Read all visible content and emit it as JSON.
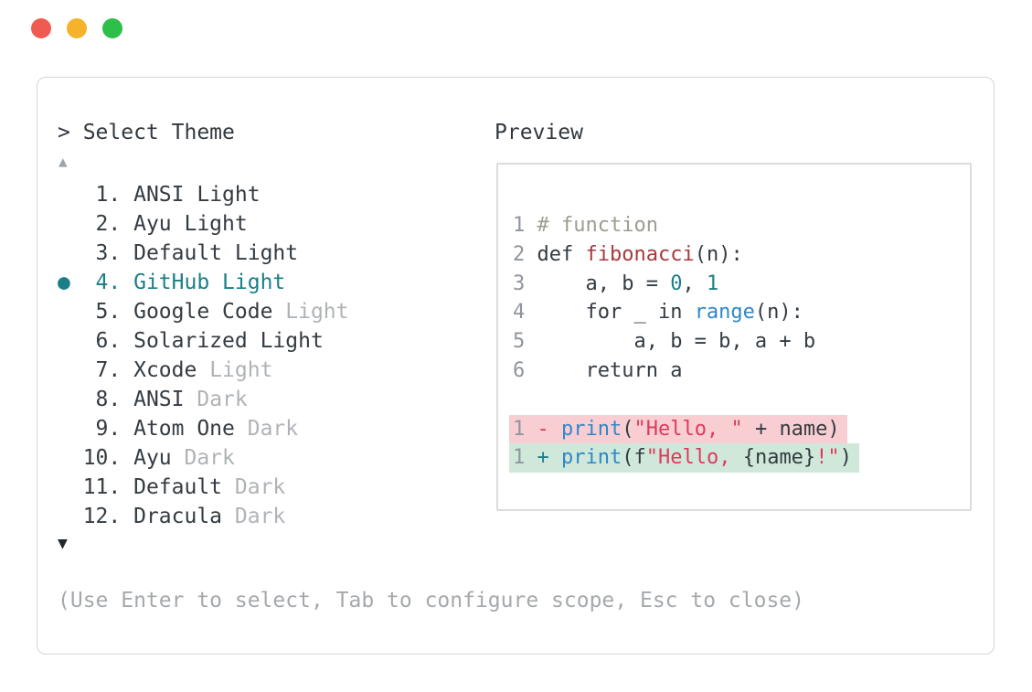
{
  "window": {
    "traffic_lights": [
      {
        "name": "close",
        "color": "#f05b51"
      },
      {
        "name": "minimize",
        "color": "#f4b32b"
      },
      {
        "name": "zoom",
        "color": "#2dbf49"
      }
    ]
  },
  "panel": {
    "prompt": "> Select Theme",
    "preview_label": "Preview",
    "scroll_up_icon": "▲",
    "scroll_down_icon": "▼",
    "footer_hint": "(Use Enter to select, Tab to configure scope, Esc to close)",
    "theme_list": {
      "selected_number": "4.",
      "selected_bullet": "●",
      "items": [
        {
          "number": "1.",
          "name": "ANSI",
          "variant": "Light",
          "variant_muted": false,
          "selected": false
        },
        {
          "number": "2.",
          "name": "Ayu",
          "variant": "Light",
          "variant_muted": false,
          "selected": false
        },
        {
          "number": "3.",
          "name": "Default",
          "variant": "Light",
          "variant_muted": false,
          "selected": false
        },
        {
          "number": "4.",
          "name": "GitHub",
          "variant": "Light",
          "variant_muted": false,
          "selected": true
        },
        {
          "number": "5.",
          "name": "Google Code",
          "variant": "Light",
          "variant_muted": true,
          "selected": false
        },
        {
          "number": "6.",
          "name": "Solarized",
          "variant": "Light",
          "variant_muted": false,
          "selected": false
        },
        {
          "number": "7.",
          "name": "Xcode",
          "variant": "Light",
          "variant_muted": true,
          "selected": false
        },
        {
          "number": "8.",
          "name": "ANSI",
          "variant": "Dark",
          "variant_muted": true,
          "selected": false
        },
        {
          "number": "9.",
          "name": "Atom One",
          "variant": "Dark",
          "variant_muted": true,
          "selected": false
        },
        {
          "number": "10.",
          "name": "Ayu",
          "variant": "Dark",
          "variant_muted": true,
          "selected": false
        },
        {
          "number": "11.",
          "name": "Default",
          "variant": "Dark",
          "variant_muted": true,
          "selected": false
        },
        {
          "number": "12.",
          "name": "Dracula",
          "variant": "Dark",
          "variant_muted": true,
          "selected": false
        }
      ]
    },
    "preview": {
      "code_lines": [
        {
          "num": "1",
          "segments": [
            {
              "text": "# function",
              "color": "comment"
            }
          ]
        },
        {
          "num": "2",
          "segments": [
            {
              "text": "def ",
              "color": "text"
            },
            {
              "text": "fibonacci",
              "color": "function"
            },
            {
              "text": "(n):",
              "color": "text"
            }
          ]
        },
        {
          "num": "3",
          "segments": [
            {
              "text": "    a, b = ",
              "color": "text"
            },
            {
              "text": "0",
              "color": "number"
            },
            {
              "text": ", ",
              "color": "text"
            },
            {
              "text": "1",
              "color": "number"
            }
          ]
        },
        {
          "num": "4",
          "segments": [
            {
              "text": "    for _ in ",
              "color": "text"
            },
            {
              "text": "range",
              "color": "builtin"
            },
            {
              "text": "(n):",
              "color": "text"
            }
          ]
        },
        {
          "num": "5",
          "segments": [
            {
              "text": "        a, b = b, a + b",
              "color": "text"
            }
          ]
        },
        {
          "num": "6",
          "segments": [
            {
              "text": "    return a",
              "color": "text"
            }
          ]
        }
      ],
      "diff_lines": [
        {
          "num": "1",
          "kind": "removed",
          "segments": [
            {
              "text": "- ",
              "color": "string"
            },
            {
              "text": "print",
              "color": "builtin"
            },
            {
              "text": "(",
              "color": "text"
            },
            {
              "text": "\"Hello, \"",
              "color": "string"
            },
            {
              "text": " + name)",
              "color": "text"
            }
          ]
        },
        {
          "num": "1",
          "kind": "added",
          "segments": [
            {
              "text": "+ ",
              "color": "number"
            },
            {
              "text": "print",
              "color": "builtin"
            },
            {
              "text": "(f",
              "color": "text"
            },
            {
              "text": "\"Hello, ",
              "color": "string"
            },
            {
              "text": "{name}",
              "color": "text"
            },
            {
              "text": "!\"",
              "color": "string"
            },
            {
              "text": ")",
              "color": "text"
            }
          ]
        }
      ]
    }
  },
  "colors": {
    "text": "#343b41",
    "muted_variant": "#b0b3b6",
    "accent": "#1b7f87",
    "comment": "#9b9e90",
    "function": "#a53a3f",
    "number": "#1b7f87",
    "builtin": "#3087c8",
    "string": "#de3a5e",
    "removed_bg": "#f8ced3",
    "added_bg": "#cfe8da"
  }
}
